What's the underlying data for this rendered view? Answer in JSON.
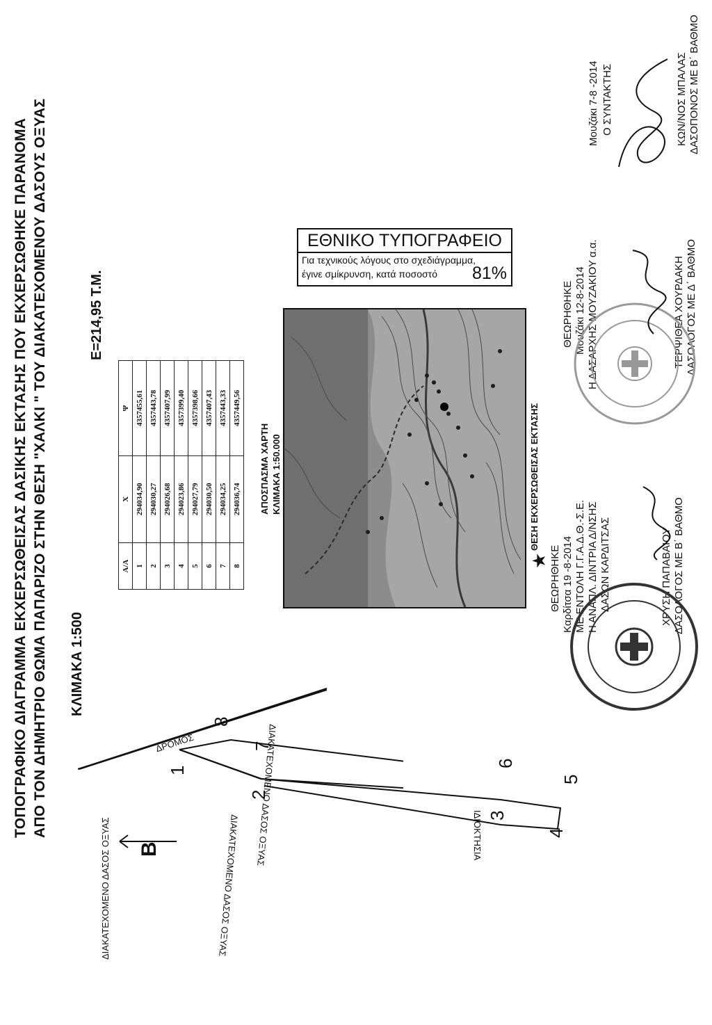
{
  "title": {
    "line1": "ΤΟΠΟΓΡΑΦΙΚΟ ΔΙΑΓΡΑΜΜΑ ΕΚΧΕΡΣΩΘΕΙΣΑΣ ΔΑΣΙΚΗΣ ΕΚΤΑΣΗΣ ΠΟΥ ΕΚΧΕΡΣΩΘΗΚΕ ΠΑΡΑΝΟΜΑ",
    "line2": "ΑΠΟ ΤΟΝ ΔΗΜΗΤΡΙΟ ΘΩΜΑ ΠΑΠΑΡΙΖΟ ΣΤΗΝ  ΘΕΣΗ \"ΧΑΛΚΙ \"  ΤΟΥ ΔΙΑΚΑΤΕΧΟΜΕΝΟΥ ΔΑΣΟΥΣ ΟΞΥΑΣ"
  },
  "scale": "ΚΛΙΜΑΚΑ 1:500",
  "area": "E=214,95 T.M.",
  "coordinates_table": {
    "headers": [
      "Α/Α",
      "Χ",
      "Ψ"
    ],
    "rows": [
      [
        "1",
        "294034,90",
        "4357455,61"
      ],
      [
        "2",
        "294030,27",
        "4357443,78"
      ],
      [
        "3",
        "294026,68",
        "4357407,99"
      ],
      [
        "4",
        "294023,86",
        "4357399,40"
      ],
      [
        "5",
        "294027,79",
        "4357398,66"
      ],
      [
        "6",
        "294030,50",
        "4357407,43"
      ],
      [
        "7",
        "294034,25",
        "4357443,33"
      ],
      [
        "8",
        "294036,74",
        "4357449,56"
      ]
    ]
  },
  "map_extract": {
    "title": "ΑΠΟΣΠΑΣΜΑ ΧΑΡΤΗ",
    "scale": "ΚΛΙΜΑΚΑ 1:50.000",
    "legend": "ΘΕΣΗ ΕΚΧΕΡΣΩΘΕΙΣΑΣ ΕΚΤΑΣΗΣ"
  },
  "notice": {
    "heading": "ΕΘΝΙΚΟ ΤΥΠΟΓΡΑΦΕΙΟ",
    "line1": "Για τεχνικούς λόγους στο σχεδιάγραμμα,",
    "line2": "έγινε σμίκρυνση, κατά ποσοστό",
    "percent": "81%"
  },
  "sketch": {
    "road": "ΔΡΟΜΟΣ",
    "forest_top": "ΔΙΑΚΑΤΕΧΟΜΕΝΟ ΔΑΣΟΣ ΟΞΥΑΣ",
    "forest_bottom": "ΔΙΑΚΑΤΕΧΟΜΕΝΟ ΔΑΣΟΣ ΟΞΥΑΣ",
    "private": "ΙΔΙΟΚΤΗΣΙΑ",
    "forest_left": "ΔΙΑΚΑΤΕΧΟΜΕΝΟ ΔΑΣΟΣ ΟΞΥΑΣ",
    "north": "B",
    "points": [
      "1",
      "2",
      "3",
      "4",
      "5",
      "6",
      "7",
      "8"
    ]
  },
  "signatures": {
    "author": {
      "place_date": "Μουζάκι  7-8 -2014",
      "role": "Ο ΣΥΝΤΑΚΤΗΣ",
      "name": "ΚΩΝ/ΝΟΣ ΜΠΑΛΑΣ",
      "title": "ΔΑΣΟΠΟΝΟΣ ΜΕ Β΄ ΒΑΘΜΟ"
    },
    "district": {
      "checked": "ΘΕΩΡΗΘΗΚΕ",
      "place_date": "Μουζάκι 12-8-2014",
      "role": "Η ΔΑΣΑΡΧΗΣ ΜΟΥΖΑΚΙΟΥ α.α.",
      "name": "ΤΕΡΨΙΘΕΑ ΧΟΥΡΔΑΚΗ",
      "title": "ΔΑΣΟΛΟΓΟΣ ΜΕ Δ΄ ΒΑΘΜΟ"
    },
    "directorate": {
      "checked": "ΘΕΩΡΗΘΗΚΕ",
      "place_date": "Καρδίτσα  19 -8-2014",
      "order": "ΜΕ ΕΝΤΟΛΗ Γ.Γ.Α.Δ.Θ.-Σ.Ε.",
      "role": "Η ΑΝΑΠΛ. ΔΙΝΤΡΙΑ Δ/ΝΣΗΣ",
      "dept": "ΔΑΣΩΝ ΚΑΡΔΙΤΣΑΣ",
      "name": "ΧΡΥΣΗ ΠΑΠΑΒΑΙΟΥ",
      "title": "ΔΑΣΟΛΟΓΟΣ ΜΕ Β΄ ΒΑΘΜΟ"
    }
  }
}
